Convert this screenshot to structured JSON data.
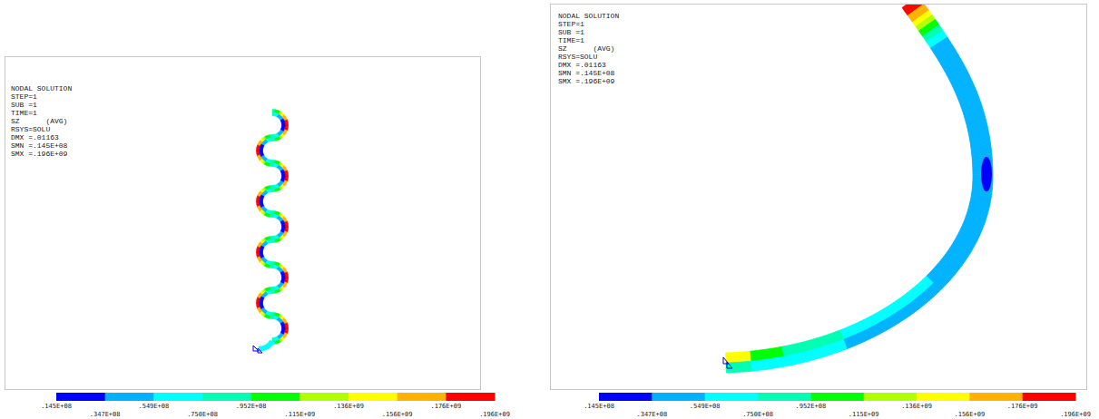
{
  "diagram": {
    "nodes": [
      {
        "text": [
          "NODAL SOLUTION",
          "STEP=1",
          "SUB =1",
          "TIME=1",
          "SZ      (AVG)",
          "RSYS=SOLU",
          "DMX =.01163",
          "SMN =.145E+08",
          "SMX =.196E+09"
        ]
      },
      {
        "text": [
          "NODAL SOLUTION",
          "STEP=1",
          "SUB =1",
          "TIME=1",
          "SZ      (AVG)",
          "RSYS=SOLU",
          "DMX =.01163",
          "SMN =.145E+08",
          "SMX =.196E+09"
        ]
      }
    ],
    "labels": [
      ".145E+08",
      ".347E+08",
      ".549E+08",
      ".750E+08",
      ".952E+08",
      ".115E+09",
      ".136E+09",
      ".156E+09",
      ".176E+09",
      ".196E+09",
      ".145E+08",
      ".347E+08",
      ".549E+08",
      ".750E+08",
      ".952E+08",
      ".115E+09",
      ".136E+09",
      ".156E+09",
      ".176E+09",
      ".196E+09"
    ]
  }
}
